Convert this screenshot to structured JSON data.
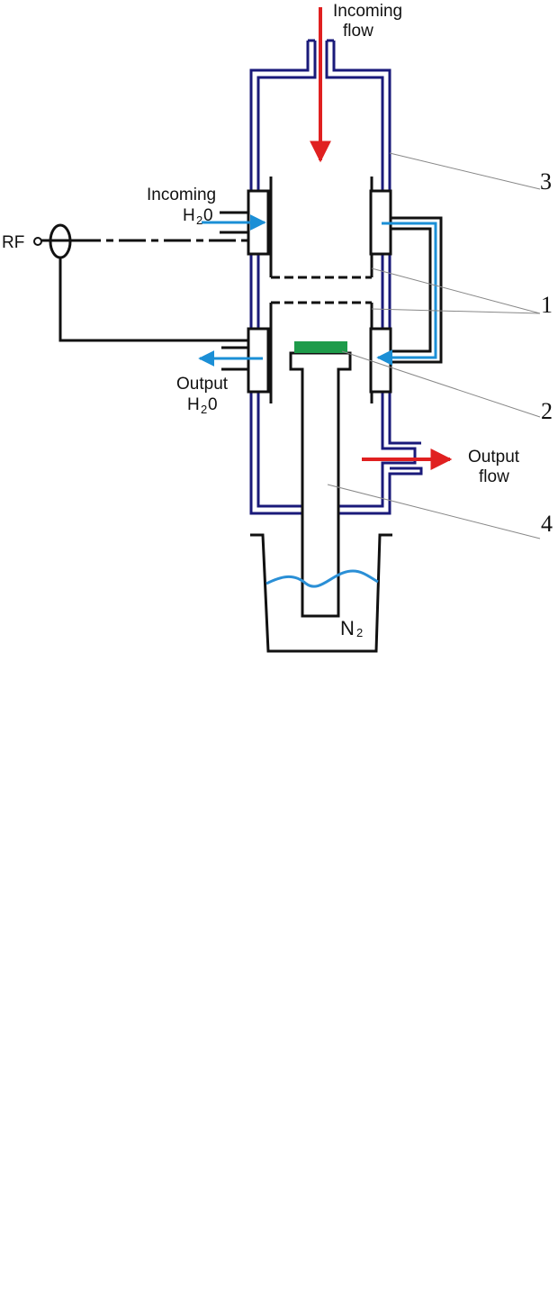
{
  "labels": {
    "incoming_flow_1": "Incoming",
    "incoming_flow_2": "flow",
    "incoming_h2o_1": "Incoming",
    "incoming_h2o_h": "H",
    "incoming_h2o_sub": "2",
    "incoming_h2o_o": "0",
    "rf": "RF",
    "output_h2o_1": "Output",
    "output_h2o_h": "H",
    "output_h2o_sub": "2",
    "output_h2o_o": "0",
    "output_flow_1": "Output",
    "output_flow_2": "flow",
    "n2_n": "N",
    "n2_sub": "2"
  },
  "callouts": {
    "num_1": "1",
    "num_2": "2",
    "num_3": "3",
    "num_4": "4"
  },
  "colors": {
    "chamber_wall": "#1a1a7a",
    "gas_flow": "#e02020",
    "water": "#1b8fd6",
    "sample": "#1e9b4a",
    "nitrogen": "#2a8fd6",
    "line": "#111111",
    "leader": "#888888"
  }
}
